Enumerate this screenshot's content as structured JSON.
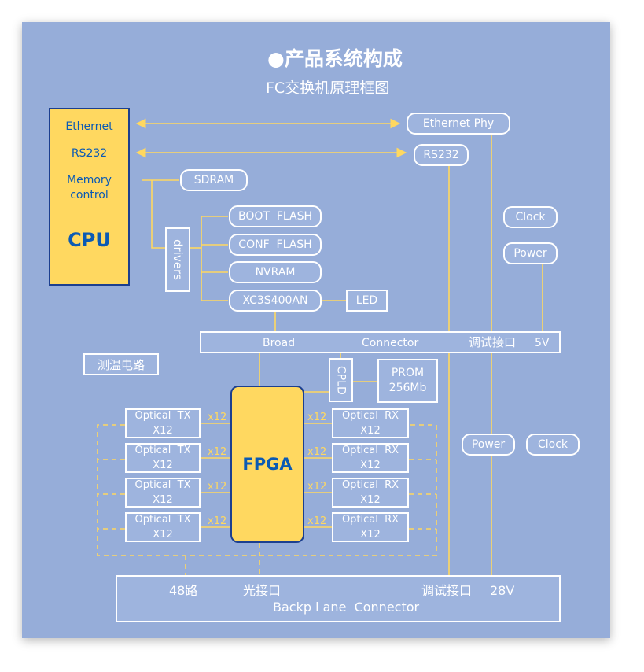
{
  "colors": {
    "panel": "#96add9",
    "box": "#9eb4de",
    "border": "#ffffff",
    "accent": "#ffd860",
    "cpu_fill": "#ffd860",
    "cpu_border": "#1c3f8f",
    "cpu_text": "#0b5ab4"
  },
  "header": {
    "title": "●产品系统构成",
    "subtitle": "FC交换机原理框图"
  },
  "cpu": {
    "ethernet": "Ethernet",
    "rs232": "RS232",
    "memory_line1": "Memory",
    "memory_line2": "control",
    "label": "CPU"
  },
  "peripherals": {
    "ethernet_phy": "Ethernet Phy",
    "rs232": "RS232",
    "sdram": "SDRAM",
    "drivers": "drivers",
    "boot_flash": "BOOT  FLASH",
    "conf_flash": "CONF  FLASH",
    "nvram": "NVRAM",
    "xc3s400an": "XC3S400AN",
    "led": "LED",
    "clock_top": "Clock",
    "power_top": "Power"
  },
  "broad_connector": {
    "broad": "Broad",
    "connector": "Connector",
    "debug": "调试接口",
    "voltage": "5V"
  },
  "temp_circuit": "测温电路",
  "cpld": "CPLD",
  "prom": {
    "line1": "PROM",
    "line2": "256Mb"
  },
  "fpga": "FPGA",
  "optical_tx": [
    {
      "line1": "Optical  TX",
      "line2": "X12"
    },
    {
      "line1": "Optical  TX",
      "line2": "X12"
    },
    {
      "line1": "Optical  TX",
      "line2": "X12"
    },
    {
      "line1": "Optical  TX",
      "line2": "X12"
    }
  ],
  "optical_rx": [
    {
      "line1": "Optical  RX",
      "line2": "X12"
    },
    {
      "line1": "Optical  RX",
      "line2": "X12"
    },
    {
      "line1": "Optical  RX",
      "line2": "X12"
    },
    {
      "line1": "Optical  RX",
      "line2": "X12"
    }
  ],
  "x12_label": "x12",
  "power_bottom": "Power",
  "clock_bottom": "Clock",
  "backplane": {
    "ports": "48路",
    "optical": "光接口",
    "debug": "调试接口",
    "voltage": "28V",
    "name": "Backp l ane  Connector"
  }
}
